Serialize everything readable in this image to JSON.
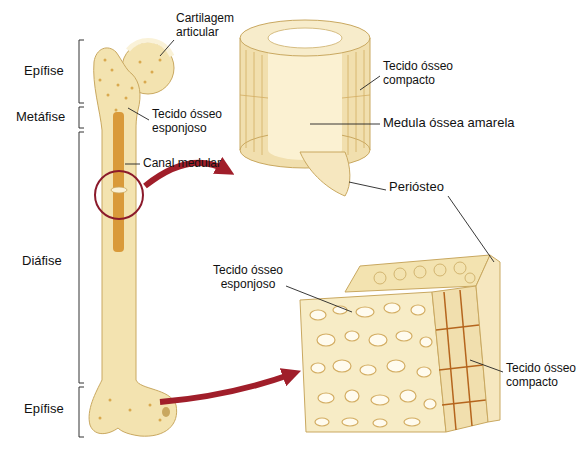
{
  "diagram": {
    "labels": [
      "Cartilagem articular",
      "Epífise",
      "Metáfise",
      "Tecido ósseo esponjoso",
      "Canal medular",
      "Diáfise",
      "Epífise",
      "Tecido ósseo compacto",
      "Medula óssea amarela",
      "Periósteo",
      "Tecido ósseo esponjoso",
      "Tecido ósseo compacto"
    ]
  }
}
